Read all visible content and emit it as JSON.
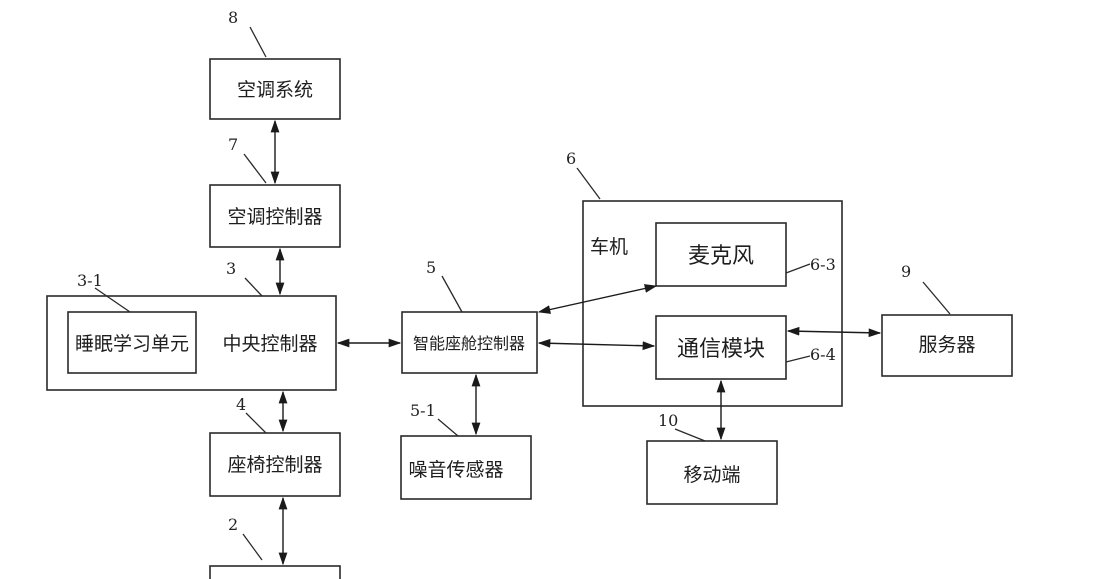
{
  "labels": {
    "ac_system": "空调系统",
    "ac_controller": "空调控制器",
    "central_controller": "中央控制器",
    "sleep_unit": "睡眠学习单元",
    "seat_controller": "座椅控制器",
    "cockpit_controller": "智能座舱控制器",
    "noise_sensor": "噪音传感器",
    "head_unit": "车机",
    "microphone": "麦克风",
    "comm_module": "通信模块",
    "server": "服务器",
    "mobile": "移动端"
  },
  "refs": {
    "ac_system": "8",
    "ac_controller": "7",
    "central_controller": "3",
    "sleep_unit": "3-1",
    "seat_controller": "4",
    "seat_link": "2",
    "cockpit_controller": "5",
    "noise_sensor": "5-1",
    "head_unit": "6",
    "microphone": "6-3",
    "comm_module": "6-4",
    "server": "9",
    "mobile": "10"
  }
}
